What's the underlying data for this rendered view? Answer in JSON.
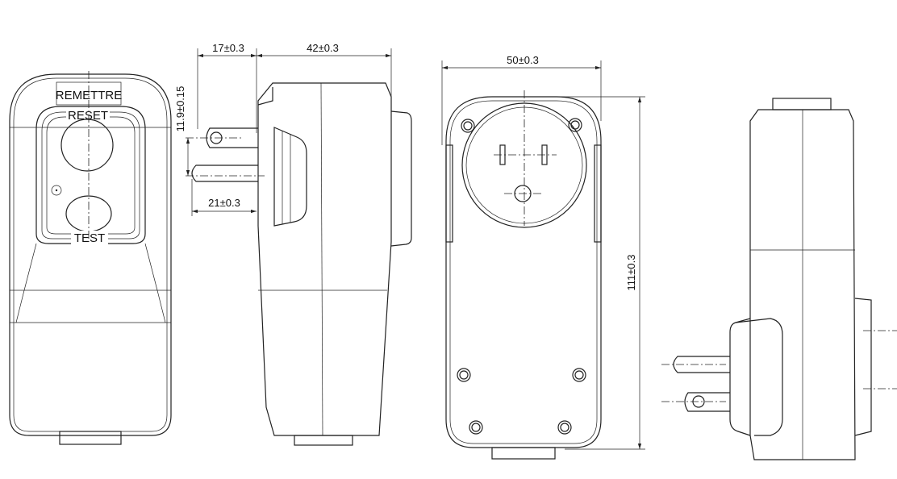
{
  "labels": {
    "remettre": "REMETTRE",
    "reset": "RESET",
    "test": "TEST"
  },
  "dimensions": {
    "prong_length": "17±0.3",
    "body_depth": "42±0.3",
    "prong_spacing": "11.9±0.15",
    "ground_prong_length": "21±0.3",
    "body_width": "50±0.3",
    "body_height": "111±0.3"
  }
}
